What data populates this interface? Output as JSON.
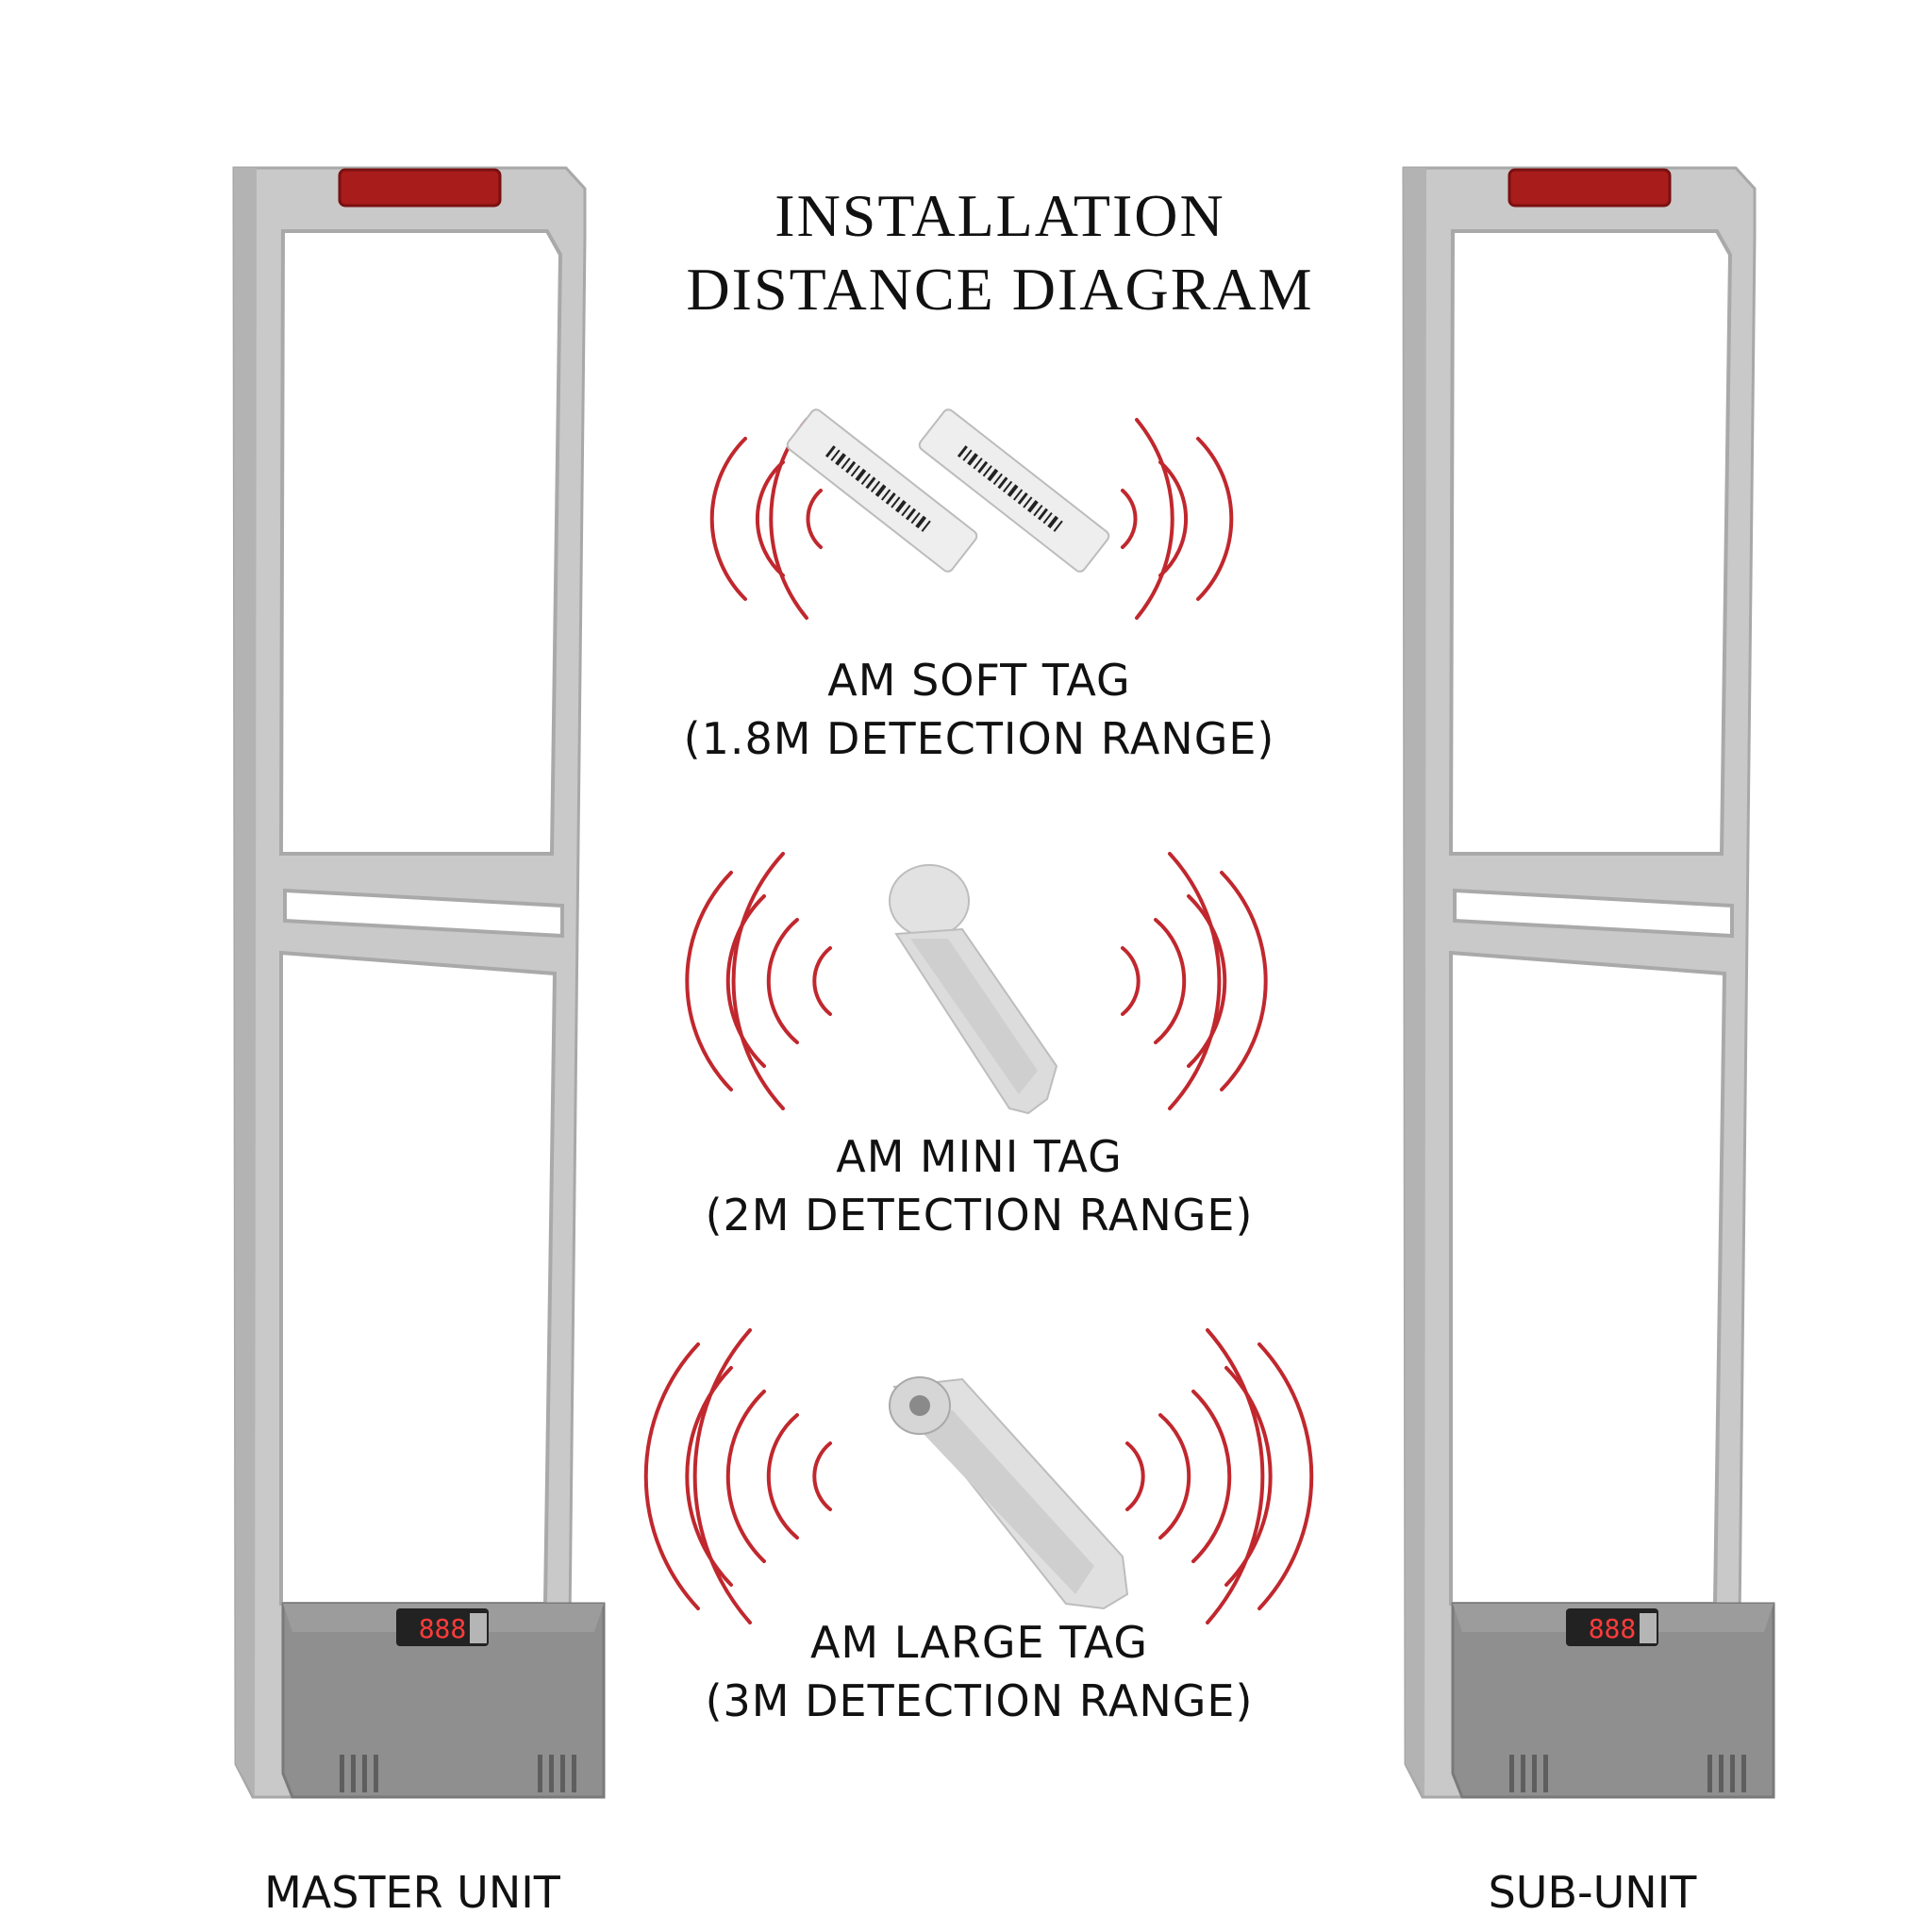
{
  "title": {
    "line1": "INSTALLATION",
    "line2": "DISTANCE DIAGRAM"
  },
  "tags": [
    {
      "name": "AM SOFT TAG",
      "range": "(1.8M DETECTION RANGE)"
    },
    {
      "name": "AM MINI TAG",
      "range": "(2M DETECTION RANGE)"
    },
    {
      "name": "AM LARGE TAG",
      "range": "(3M DETECTION RANGE)"
    }
  ],
  "units": {
    "master": "MASTER UNIT",
    "sub": "SUB-UNIT",
    "display_readout": "888"
  },
  "colors": {
    "frame": "#c4c4c4",
    "frame_shadow": "#9e9e9e",
    "base": "#8f8f8f",
    "signal": "#c0282e",
    "alarm_light": "#a81c1c"
  }
}
